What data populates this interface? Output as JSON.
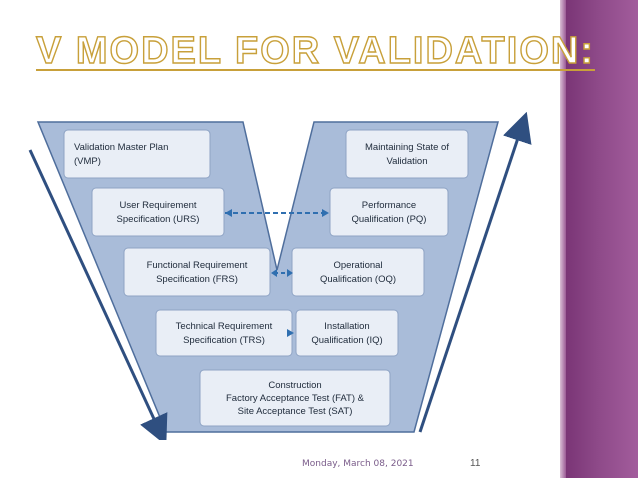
{
  "slide": {
    "title": "V MODEL FOR VALIDATION:",
    "date": "Monday, March 08, 2021",
    "page_number": "11"
  },
  "boxes": {
    "vmp": [
      "Validation Master Plan",
      "(VMP)"
    ],
    "urs": [
      "User Requirement",
      "Specification (URS)"
    ],
    "frs": [
      "Functional Requirement",
      "Specification (FRS)"
    ],
    "trs": [
      "Technical Requirement",
      "Specification (TRS)"
    ],
    "construction": [
      "Construction",
      "Factory Acceptance Test (FAT) &",
      "Site Acceptance Test (SAT)"
    ],
    "maintain": [
      "Maintaining State of",
      "Validation"
    ],
    "pq": [
      "Performance",
      "Qualification (PQ)"
    ],
    "oq": [
      "Operational",
      "Qualification (OQ)"
    ],
    "iq": [
      "Installation",
      "Qualification (IQ)"
    ]
  },
  "colors": {
    "v_fill": "#a9bcd9",
    "v_stroke": "#4f6e9c",
    "box_fill": "#e9eef6",
    "box_stroke": "#8ea3c4",
    "arrow": "#2f4f80",
    "title_outline": "#c8a03a",
    "sidebar": "#8e4a89"
  }
}
